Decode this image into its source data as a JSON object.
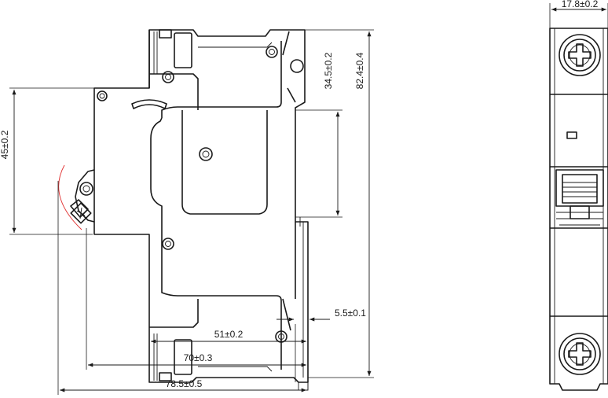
{
  "dimensions": {
    "height_45": "45±0.2",
    "height_34_5": "34.5±0.2",
    "height_82_4": "82.4±0.4",
    "depth_5_5": "5.5±0.1",
    "depth_51": "51±0.2",
    "depth_70": "70±0.3",
    "depth_78_5": "78.5±0.5",
    "width_17_8": "17.8±0.2"
  },
  "colors": {
    "line": "#1a1a1a",
    "arc": "#e03030",
    "background": "#ffffff"
  }
}
